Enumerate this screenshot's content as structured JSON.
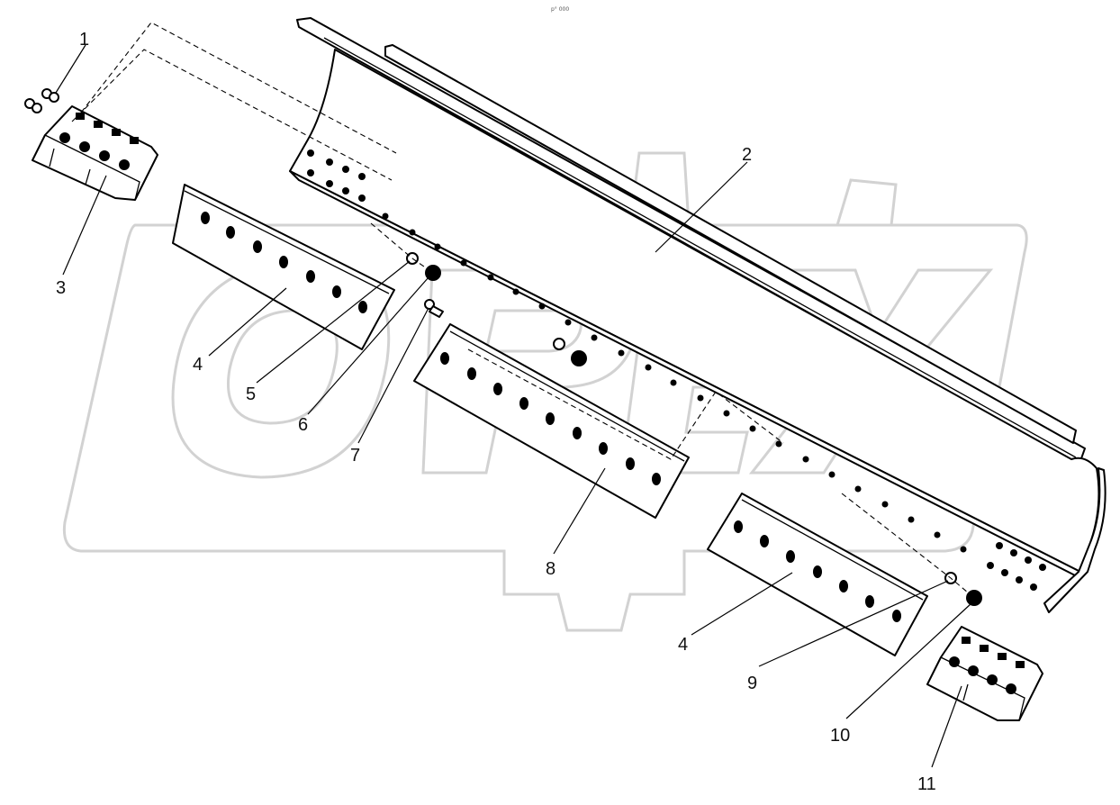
{
  "header": {
    "caption": "p° 000"
  },
  "diagram": {
    "colors": {
      "line": "#000000",
      "watermark": "#d2d2d2",
      "background": "#ffffff"
    },
    "watermark": {
      "text": "OPEX"
    },
    "callouts": [
      {
        "id": "1",
        "label": "1"
      },
      {
        "id": "2",
        "label": "2"
      },
      {
        "id": "3",
        "label": "3"
      },
      {
        "id": "4a",
        "label": "4"
      },
      {
        "id": "5",
        "label": "5"
      },
      {
        "id": "6",
        "label": "6"
      },
      {
        "id": "7",
        "label": "7"
      },
      {
        "id": "8",
        "label": "8"
      },
      {
        "id": "4b",
        "label": "4"
      },
      {
        "id": "9",
        "label": "9"
      },
      {
        "id": "10",
        "label": "10"
      },
      {
        "id": "11",
        "label": "11"
      }
    ]
  }
}
